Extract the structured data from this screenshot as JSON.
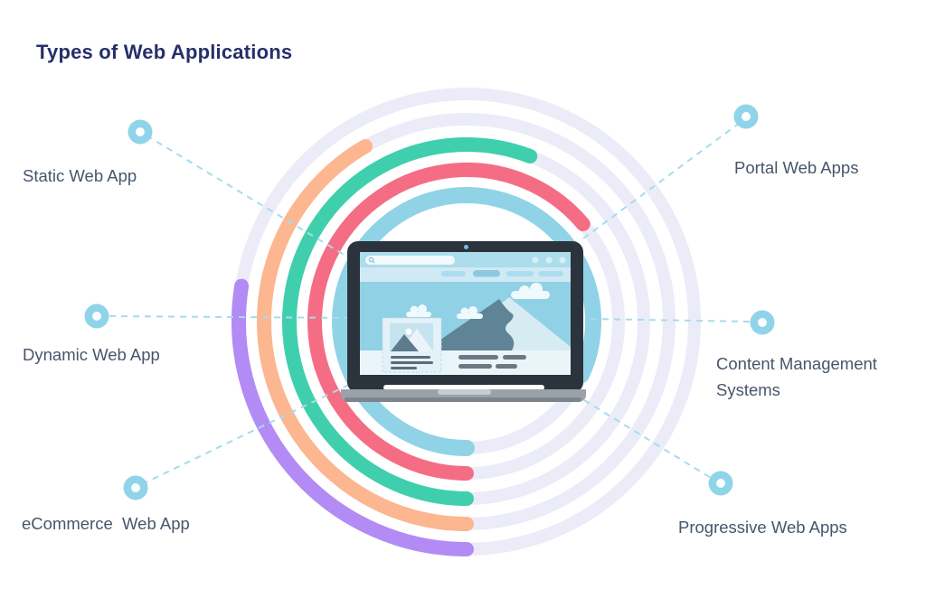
{
  "title": "Types of Web Applications",
  "nodes": {
    "static": {
      "label": "Static Web App"
    },
    "dynamic": {
      "label": "Dynamic Web App"
    },
    "ecommerce": {
      "label": "eCommerce  Web App"
    },
    "portal": {
      "label": "Portal Web Apps"
    },
    "cms": {
      "label": "Content Management Systems"
    },
    "progressive": {
      "label": "Progressive Web Apps"
    }
  },
  "colors": {
    "ring": "#ececf8",
    "arc_blue": "#90d3e7",
    "arc_pink": "#f56d84",
    "arc_teal": "#3fcfad",
    "arc_peach": "#fcb690",
    "arc_purple": "#b28bf4",
    "connector": "#a5dcec",
    "node_dot": "#8fd4e8",
    "node_dot_inner": "#fbfdff",
    "title_text": "#252f6b",
    "label_text": "#47566b"
  }
}
